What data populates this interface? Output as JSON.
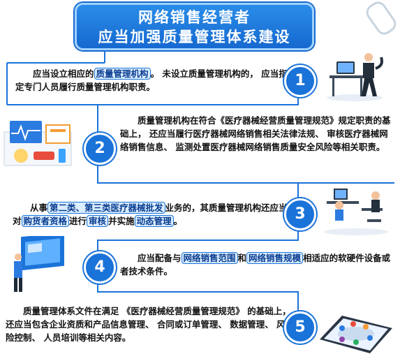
{
  "title": {
    "line1": "网络销售经营者",
    "line2": "应当加强质量管理体系建设"
  },
  "steps": [
    {
      "number": "1",
      "prefix": "应当设立相应的",
      "hl1": "质量管理机构",
      "suffix": "。 未设立质量管理机构的， 应当指定专门人员履行质量管理机构职责。"
    },
    {
      "number": "2",
      "text": "质量管理机构在符合《医疗器械经营质量管理规范》规定职责的基础上， 还应当履行医疗器械网络销售相关法律法规、 审核医疗器械网络销售信息、 监测处置医疗器械网络销售质量安全风险等相关职责。"
    },
    {
      "number": "3",
      "p1": "从事",
      "hl1": "第二类、第三类医疗器械批发",
      "p2": "业务的，其质量管理机构还应当对",
      "hl2": "购货者资格",
      "p3": "进行",
      "hl3": "审核",
      "p4": "并实施",
      "hl4": "动态管理",
      "p5": "。"
    },
    {
      "number": "4",
      "p1": "应当配备与",
      "hl1": "网络销售范围",
      "p2": "和",
      "hl2": "网络销售规模",
      "p3": "相适应的软硬件设备或者技术条件。"
    },
    {
      "number": "5",
      "text": "质量管理体系文件在满足 《医疗器械经营质量管理规范》 的基础上， 还应当包含企业资质和产品信息管理、 合同或订单管理、 数据管理、 风险控制、 人员培训等相关内容。"
    }
  ],
  "colors": {
    "primary": "#1a73d9",
    "highlight_bg": "#dbeeff"
  }
}
